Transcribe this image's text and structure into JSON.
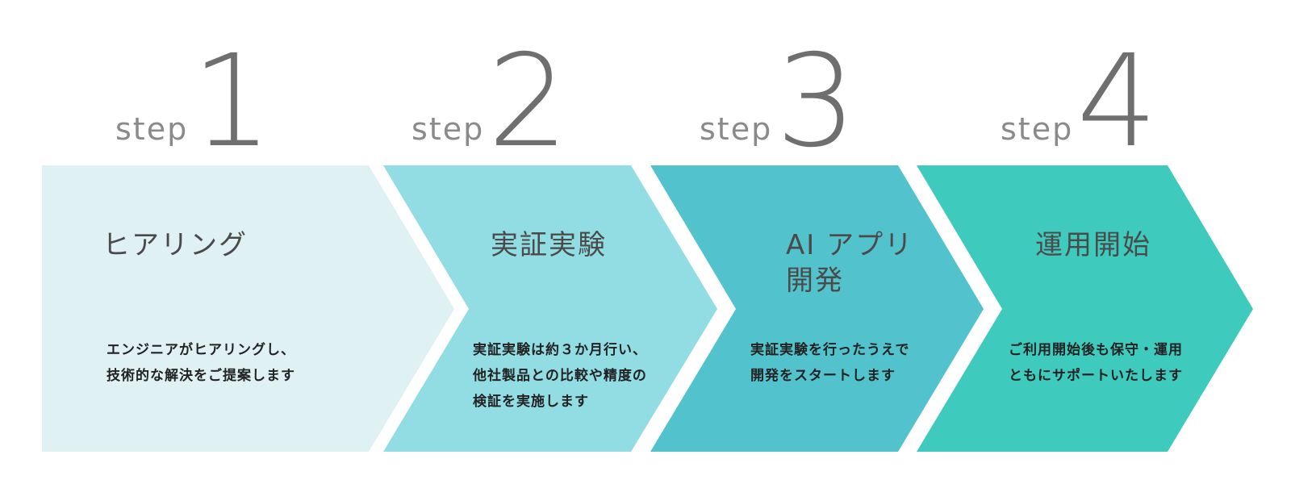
{
  "step_word": "step",
  "colors": {
    "stage_1": "#dff1f3",
    "stage_2": "#91dde3",
    "stage_3": "#52c3cc",
    "stage_4": "#3ecbbe",
    "step_text": "#707070"
  },
  "stages": [
    {
      "number": "1",
      "title_lines": [
        "ヒアリング"
      ],
      "description_lines": [
        "エンジニアがヒアリングし、",
        "技術的な解決をご提案します"
      ]
    },
    {
      "number": "2",
      "title_lines": [
        "実証実験"
      ],
      "description_lines": [
        "実証実験は約３か月行い、",
        "他社製品との比較や精度の",
        "検証を実施します"
      ]
    },
    {
      "number": "3",
      "title_lines": [
        "AI アプリ",
        "開発"
      ],
      "description_lines": [
        "実証実験を行ったうえで",
        "開発をスタートします"
      ]
    },
    {
      "number": "4",
      "title_lines": [
        "運用開始"
      ],
      "description_lines": [
        "ご利用開始後も保守・運用",
        "ともにサポートいたします"
      ]
    }
  ]
}
